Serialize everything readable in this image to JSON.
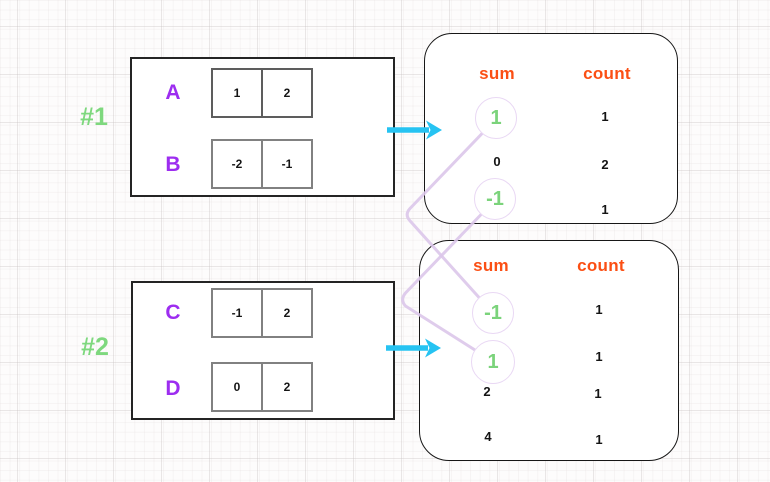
{
  "colors": {
    "group_label_green": "#7ed87e",
    "array_name_purple": "#9d2df0",
    "header_orange": "#fb4f14",
    "circled_value_green": "#7bd37b",
    "arrow_cyan": "#26c3f2",
    "connector_lavender": "#dcc7ea",
    "box_border_black": "#1a1a1a",
    "cell_border_gray": "#818181"
  },
  "icons": {
    "arrow_right": "cyan right-arrow from array group to its sum table",
    "connector": "lavender elbow line linking circled sums between the two tables"
  },
  "groups": [
    {
      "label": "#1",
      "arrays": [
        {
          "name": "A",
          "cells": [
            "1",
            "2"
          ]
        },
        {
          "name": "B",
          "cells": [
            "-2",
            "-1"
          ]
        }
      ],
      "table": {
        "sum_header": "sum",
        "count_header": "count",
        "rows": [
          {
            "sum": "1",
            "count": "1",
            "circled": true
          },
          {
            "sum": "0",
            "count": "2",
            "circled": false
          },
          {
            "sum": "-1",
            "count": "1",
            "circled": true
          }
        ]
      }
    },
    {
      "label": "#2",
      "arrays": [
        {
          "name": "C",
          "cells": [
            "-1",
            "2"
          ]
        },
        {
          "name": "D",
          "cells": [
            "0",
            "2"
          ]
        }
      ],
      "table": {
        "sum_header": "sum",
        "count_header": "count",
        "rows": [
          {
            "sum": "-1",
            "count": "1",
            "circled": true
          },
          {
            "sum": "1",
            "count": "1",
            "circled": true
          },
          {
            "sum": "2",
            "count": "1",
            "circled": false
          },
          {
            "sum": "4",
            "count": "1",
            "circled": false
          }
        ]
      }
    }
  ],
  "connections": [
    {
      "from": "table1 circled sum 1",
      "to": "table2 circled sum -1"
    },
    {
      "from": "table1 circled sum -1",
      "to": "table2 circled sum 1"
    }
  ]
}
